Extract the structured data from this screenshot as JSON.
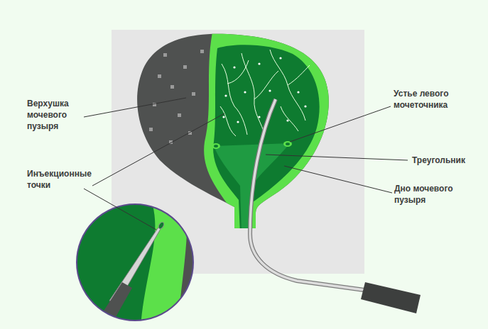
{
  "diagram": {
    "labels": [
      "Верхушка мочевого пузыря",
      "Устье левого мочеточника",
      "Инъекционные точки",
      "Треугольник",
      "Дно мочевого пузыря"
    ]
  }
}
